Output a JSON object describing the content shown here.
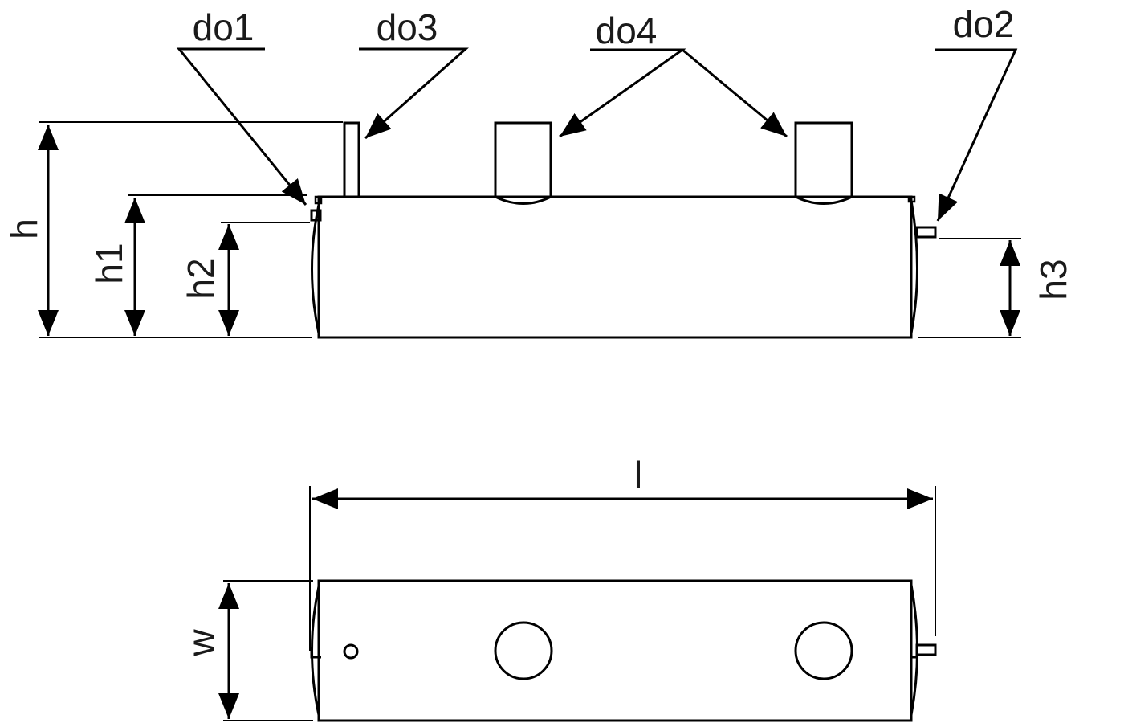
{
  "labels": {
    "do1": "do1",
    "do2": "do2",
    "do3": "do3",
    "do4": "do4",
    "h": "h",
    "h1": "h1",
    "h2": "h2",
    "h3": "h3",
    "l": "l",
    "w": "w"
  },
  "colors": {
    "line": "#000000",
    "background": "#ffffff"
  }
}
